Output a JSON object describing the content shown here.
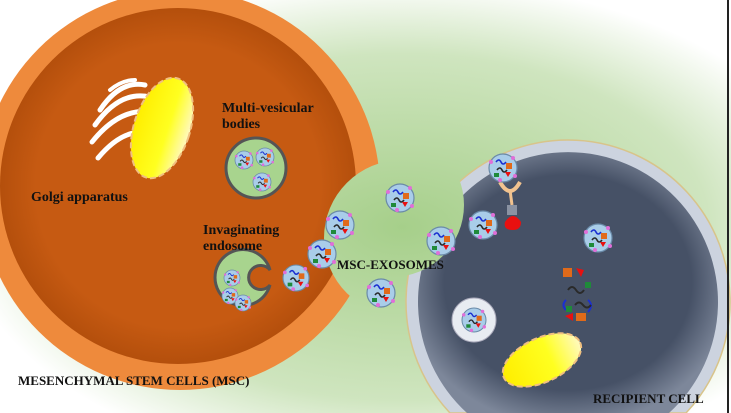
{
  "labels": {
    "golgi": "Golgi apparatus",
    "mvb": "Multi-vesicular bodies",
    "invaginating": "Invaginating endosome",
    "exosomes": "MSC-EXOSOMES",
    "msc": "MESENCHYMAL STEM CELLS (MSC)",
    "recipient": "RECIPIENT CELL"
  },
  "colors": {
    "background_green": "#a8cf8e",
    "msc_outer": "#ee8a3c",
    "msc_inner": "#c65a12",
    "recipient_membrane": "#ccd3df",
    "recipient_cytoplasm": "#465166",
    "exosome": "#a9cde9",
    "nucleus": "#ffee00"
  }
}
